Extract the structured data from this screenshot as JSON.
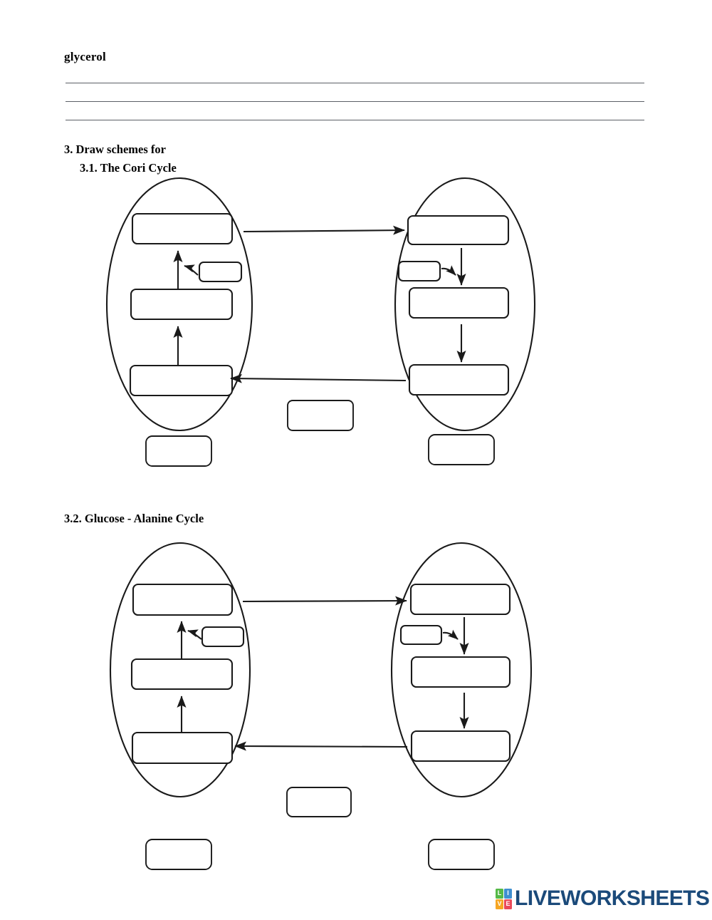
{
  "document": {
    "header_word": "glycerol",
    "answer_lines": [
      "",
      "",
      ""
    ],
    "question3": {
      "title": "3. Draw schemes for",
      "sub_items": [
        {
          "label": "3.1. The Cori Cycle"
        },
        {
          "label": "3.2. Glucose - Alanine Cycle"
        }
      ]
    }
  },
  "diagrams": [
    {
      "id": "cori-cycle",
      "title": "3.1. The Cori Cycle",
      "left_organ": {
        "organ_label": "",
        "boxes": [
          {
            "name": "left-top-box",
            "value": ""
          },
          {
            "name": "left-cofactor-box",
            "value": ""
          },
          {
            "name": "left-middle-box",
            "value": ""
          },
          {
            "name": "left-bottom-box",
            "value": ""
          }
        ]
      },
      "right_organ": {
        "organ_label": "",
        "boxes": [
          {
            "name": "right-top-box",
            "value": ""
          },
          {
            "name": "right-cofactor-box",
            "value": ""
          },
          {
            "name": "right-middle-box",
            "value": ""
          },
          {
            "name": "right-bottom-box",
            "value": ""
          }
        ]
      },
      "center_box": {
        "name": "center-transport-box",
        "value": ""
      }
    },
    {
      "id": "glucose-alanine-cycle",
      "title": "3.2. Glucose - Alanine Cycle",
      "left_organ": {
        "organ_label": "",
        "boxes": [
          {
            "name": "left-top-box",
            "value": ""
          },
          {
            "name": "left-cofactor-box",
            "value": ""
          },
          {
            "name": "left-middle-box",
            "value": ""
          },
          {
            "name": "left-bottom-box",
            "value": ""
          }
        ]
      },
      "right_organ": {
        "organ_label": "",
        "boxes": [
          {
            "name": "right-top-box",
            "value": ""
          },
          {
            "name": "right-cofactor-box",
            "value": ""
          },
          {
            "name": "right-middle-box",
            "value": ""
          },
          {
            "name": "right-bottom-box",
            "value": ""
          }
        ]
      },
      "center_box": {
        "name": "center-transport-box",
        "value": ""
      }
    }
  ],
  "logo": {
    "blocks": [
      {
        "letter": "L",
        "color": "#55b947"
      },
      {
        "letter": "I",
        "color": "#3f8fd0"
      },
      {
        "letter": "V",
        "color": "#f6a623"
      },
      {
        "letter": "E",
        "color": "#ea4a5a"
      }
    ],
    "wordmark": "LIVEWORKSHEETS",
    "wordmark_color": "#1b4a7a"
  },
  "colors": {
    "rule_line": "#5b5f66",
    "stroke": "#1a1a1a",
    "page_background": "#ffffff"
  }
}
